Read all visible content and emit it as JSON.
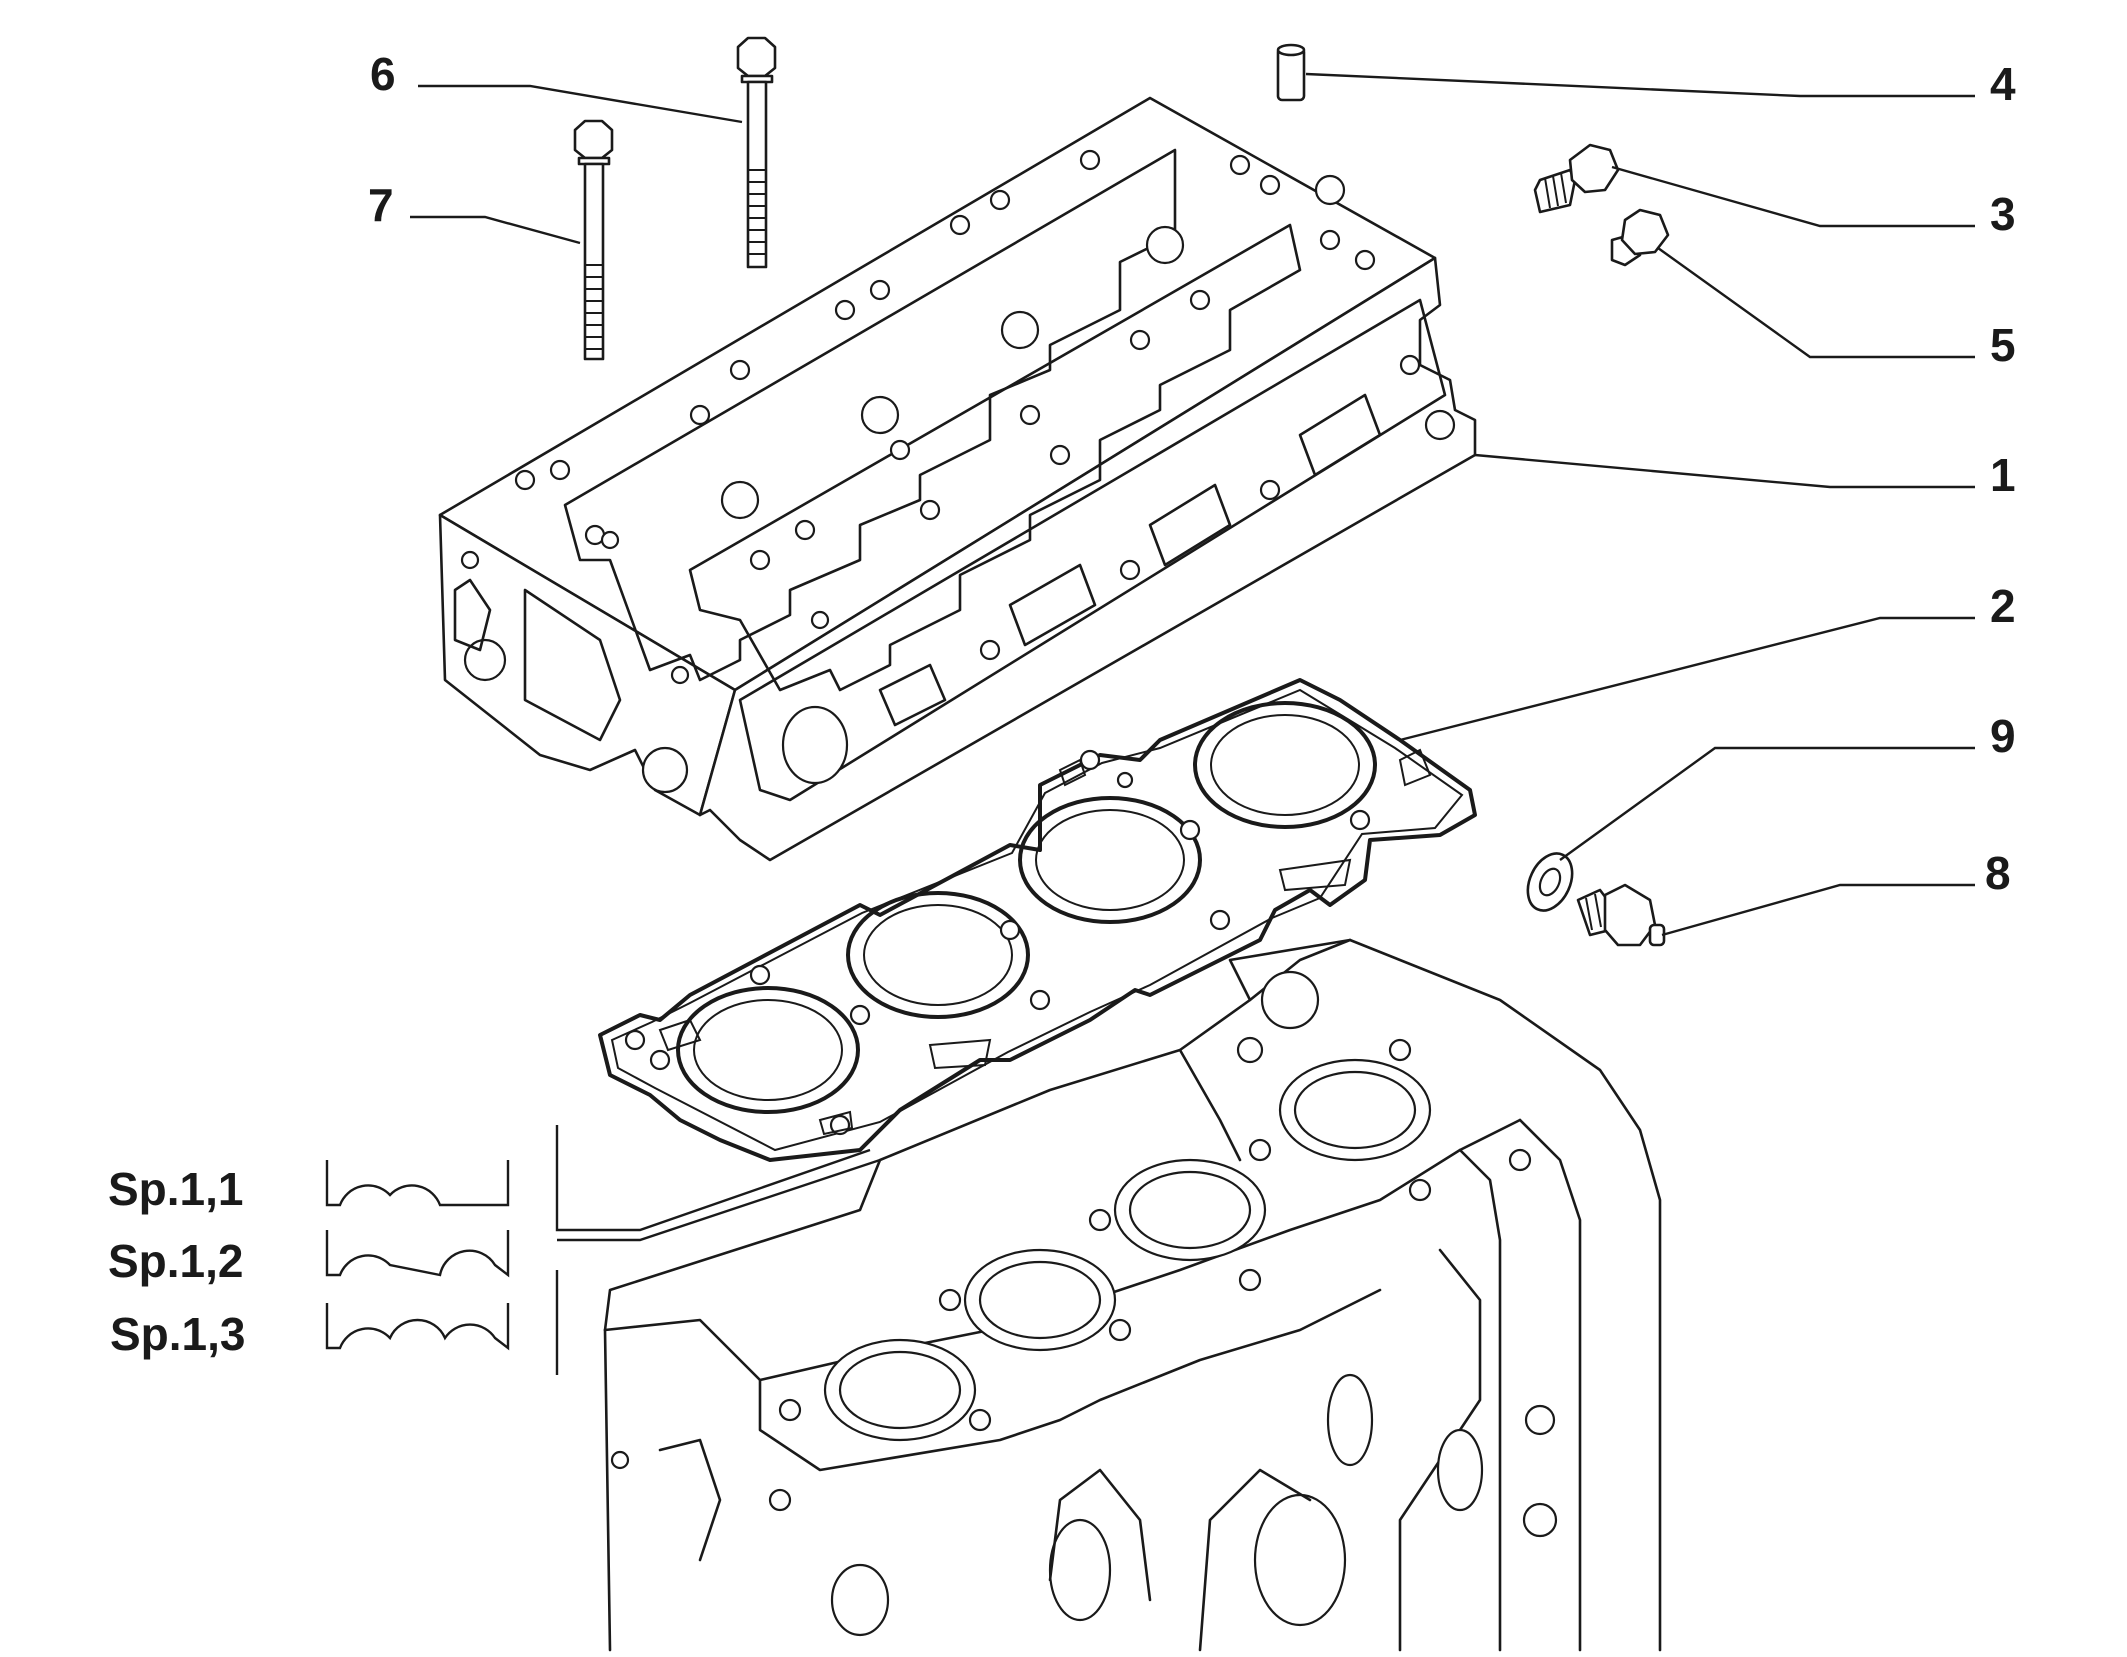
{
  "diagram": {
    "callouts": [
      {
        "id": "c1",
        "label": "1"
      },
      {
        "id": "c2",
        "label": "2"
      },
      {
        "id": "c3",
        "label": "3"
      },
      {
        "id": "c4",
        "label": "4"
      },
      {
        "id": "c5",
        "label": "5"
      },
      {
        "id": "c6",
        "label": "6"
      },
      {
        "id": "c7",
        "label": "7"
      },
      {
        "id": "c8",
        "label": "8"
      },
      {
        "id": "c9",
        "label": "9"
      }
    ],
    "gasket_variants": [
      {
        "label": "Sp.1,1",
        "notches": 1
      },
      {
        "label": "Sp.1,2",
        "notches": 2
      },
      {
        "label": "Sp.1,3",
        "notches": 3
      }
    ]
  }
}
